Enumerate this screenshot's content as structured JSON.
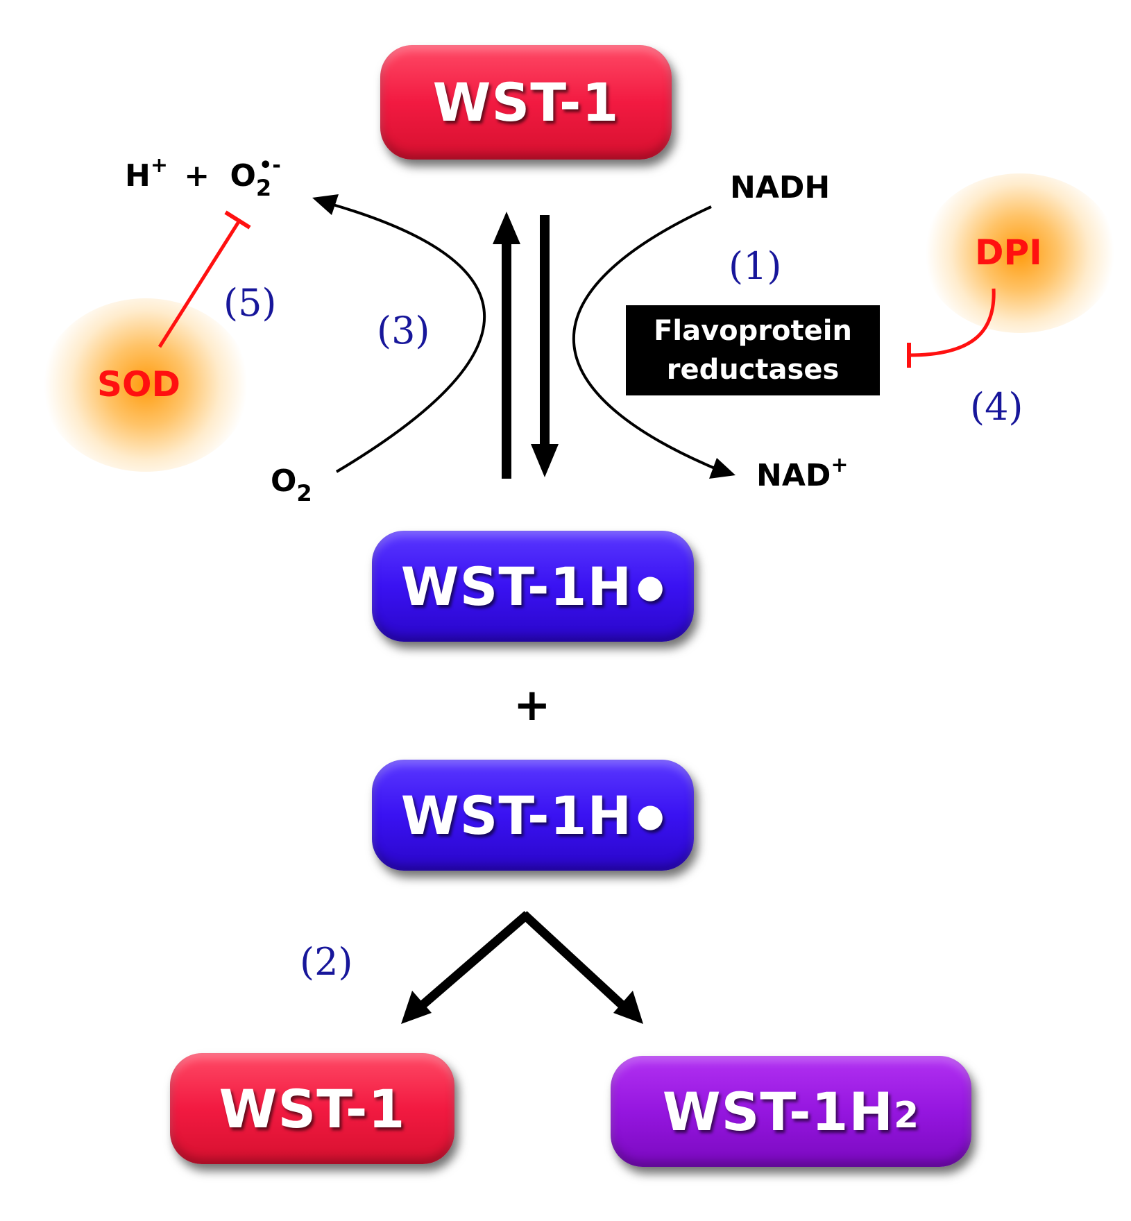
{
  "nodes": {
    "wst1_top": "WST-1",
    "wst1h_1": "WST-1H",
    "wst1h_2": "WST-1H",
    "plus": "+",
    "wst1_bottom": "WST-1",
    "wst1h2": "WST-1H",
    "wst1h2_sub": "2"
  },
  "species": {
    "h_plus": "H",
    "h_plus_sup": "+",
    "plus": "+",
    "superoxide": "O",
    "superoxide_sub": "2",
    "superoxide_sup": "•-",
    "o2": "O",
    "o2_sub": "2",
    "nadh": "NADH",
    "nad": "NAD",
    "nad_sup": "+"
  },
  "enzyme": {
    "line1": "Flavoprotein",
    "line2": "reductases"
  },
  "inhibitors": {
    "dpi": "DPI",
    "sod": "SOD"
  },
  "steps": {
    "s1": "(1)",
    "s2": "(2)",
    "s3": "(3)",
    "s4": "(4)",
    "s5": "(5)"
  },
  "colors": {
    "wst1": "#f21a41",
    "wst1h_radical": "#3a12f2",
    "wst1h2": "#9516df",
    "inhibitor": "#ff1010",
    "inhibitor_glow": "#ff9a00",
    "step_label": "#17169a",
    "enzyme_box": "#000000"
  }
}
